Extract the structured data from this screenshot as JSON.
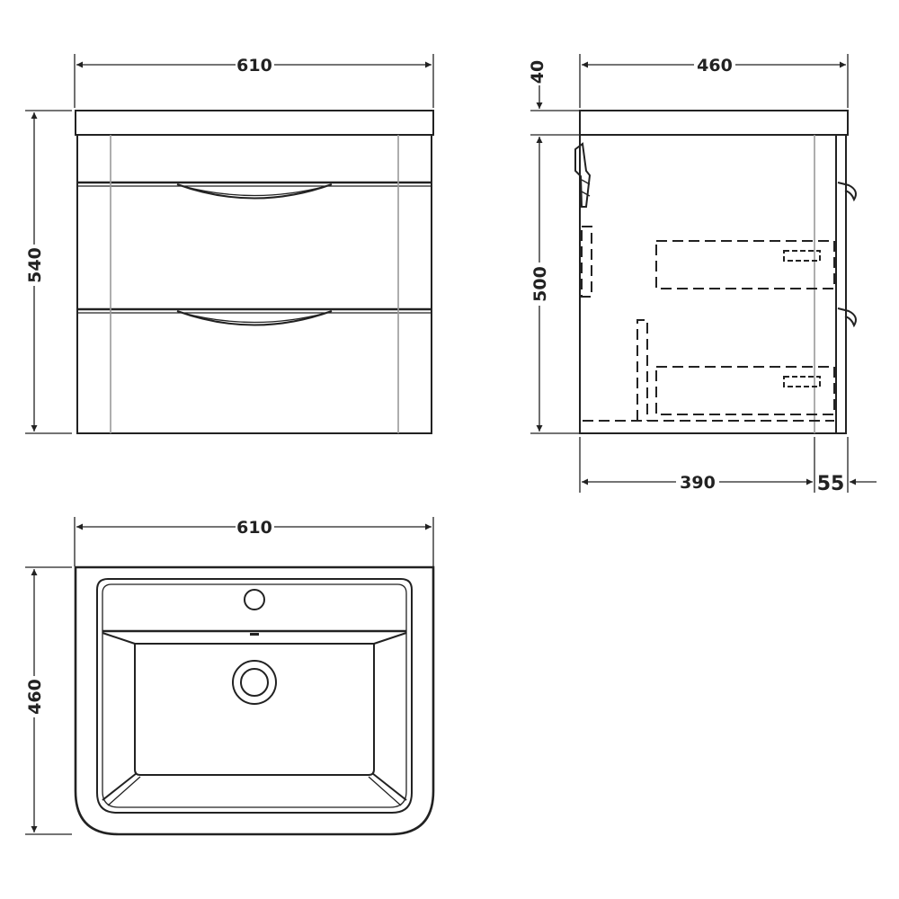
{
  "dimensions": {
    "front_width": "610",
    "front_height": "540",
    "side_depth": "460",
    "top_thickness": "40",
    "side_height": "500",
    "side_base_depth": "390",
    "side_handle_offset": "55",
    "basin_width": "610",
    "basin_depth": "460"
  }
}
